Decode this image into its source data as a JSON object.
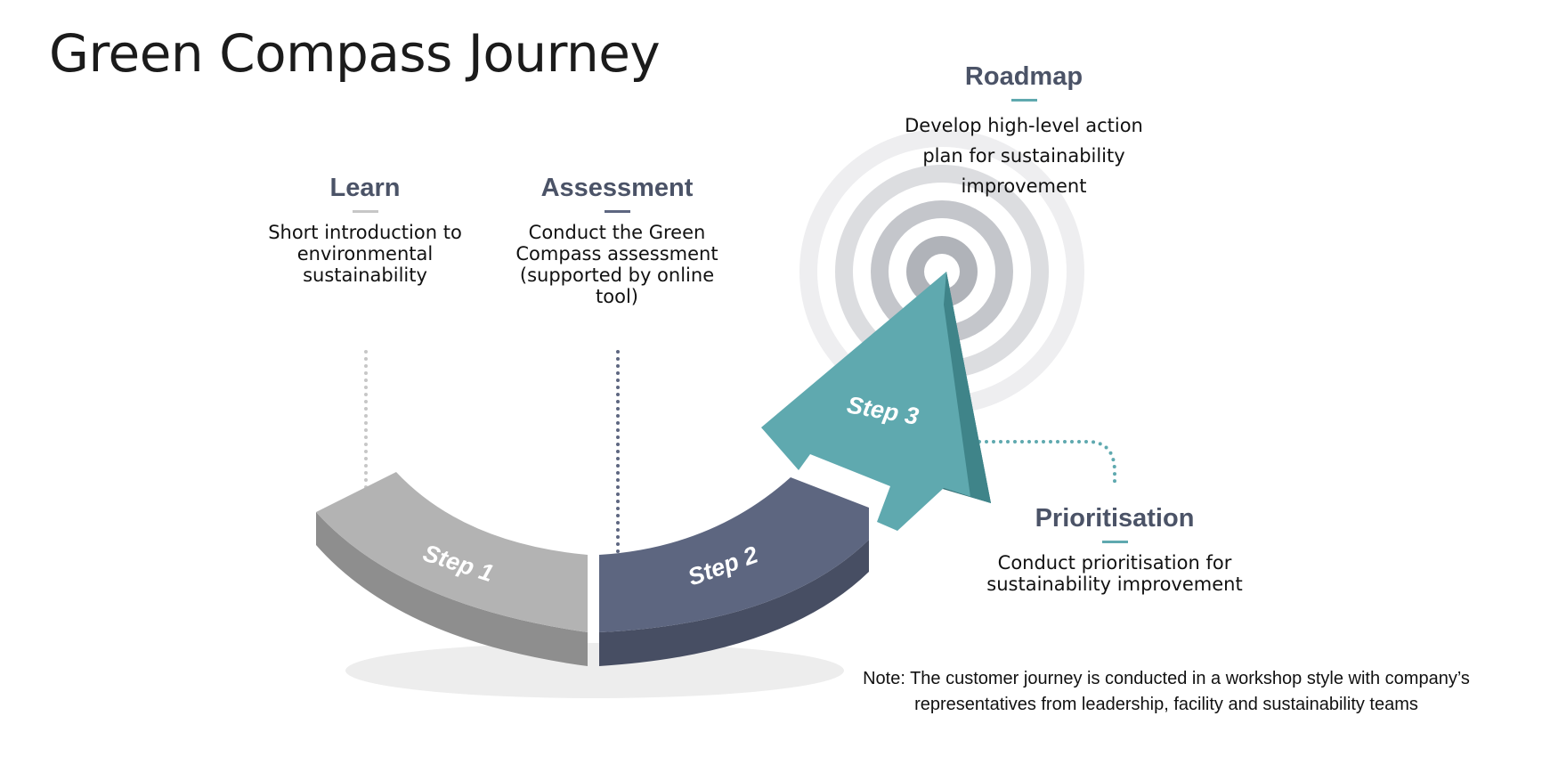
{
  "title": "Green Compass Journey",
  "steps": [
    {
      "label": "Step 1",
      "heading": "Learn",
      "description": "Short introduction to environmental sustainability",
      "color": "#b3b3b3",
      "accent": "#c7c7c7"
    },
    {
      "label": "Step 2",
      "heading": "Assessment",
      "description": "Conduct the Green Compass assessment (supported by online tool)",
      "color": "#5d6680",
      "accent": "#5d6680"
    },
    {
      "label": "Step 3",
      "heading": "Roadmap",
      "description": "Develop high-level action plan for sustainability improvement",
      "color": "#5fa9af",
      "accent": "#5fa9af"
    }
  ],
  "prioritisation": {
    "heading": "Prioritisation",
    "description": "Conduct prioritisation for sustainability improvement",
    "accent": "#5fa9af"
  },
  "note": "Note: The customer journey is conducted in a workshop style with company’s representatives from leadership, facility and sustainability teams"
}
